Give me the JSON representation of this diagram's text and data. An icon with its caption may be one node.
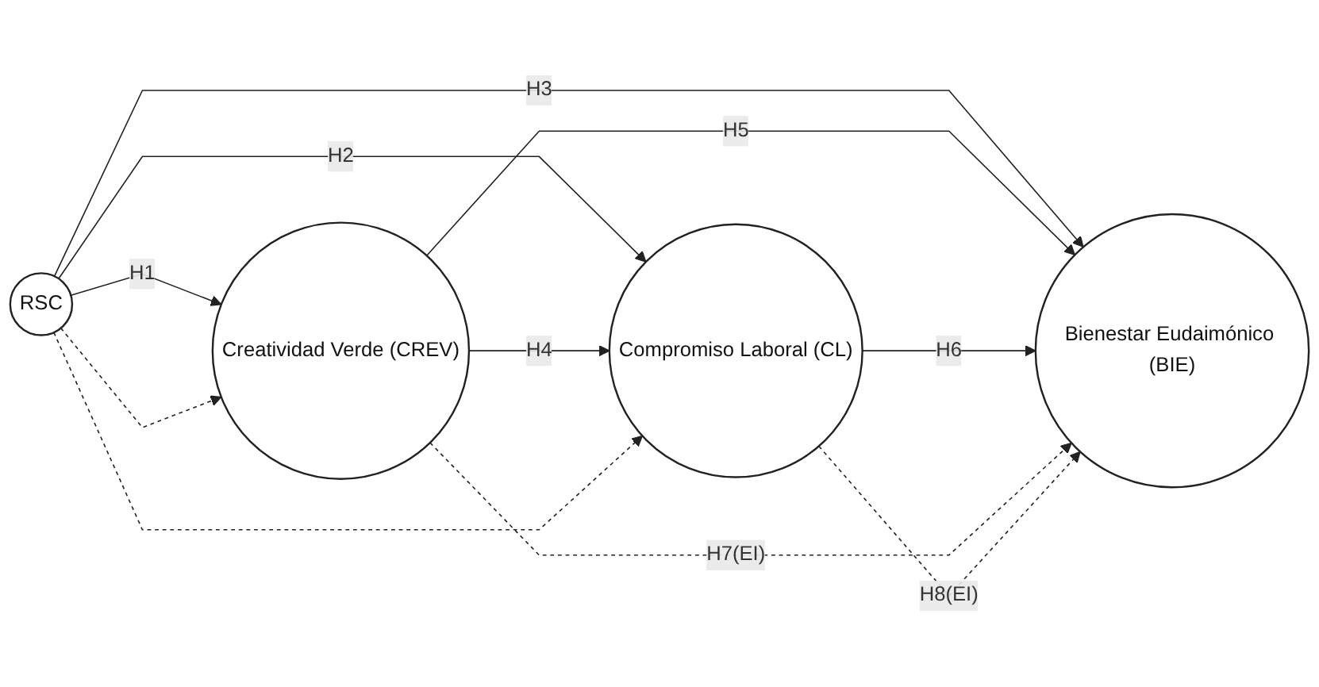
{
  "diagram": {
    "nodes": [
      {
        "text": [
          "RSC"
        ]
      },
      {
        "text": [
          "Creatividad Verde (CREV)"
        ]
      },
      {
        "text": [
          "Compromiso Laboral (CL)"
        ]
      },
      {
        "text": [
          "Bienestar Eudaimónico (BIE)"
        ]
      }
    ],
    "edges": [
      {
        "from": 0,
        "to": 1,
        "arrow": "to",
        "label": "H1"
      },
      {
        "from": 0,
        "to": 2,
        "arrow": "to",
        "label": "H2"
      },
      {
        "from": 0,
        "to": 3,
        "arrow": "to",
        "label": "H3"
      },
      {
        "from": 1,
        "to": 2,
        "arrow": "to",
        "label": "H4"
      },
      {
        "from": 1,
        "to": 3,
        "arrow": "to",
        "label": "H5"
      },
      {
        "from": 2,
        "to": 3,
        "arrow": "to",
        "label": "H6"
      },
      {
        "from": 0,
        "to": 1,
        "arrow": "to",
        "style": "dashed"
      },
      {
        "from": 0,
        "to": 2,
        "arrow": "to",
        "style": "dashed"
      },
      {
        "from": 1,
        "to": 3,
        "arrow": "to",
        "style": "dashed",
        "label": "H7(EI)"
      },
      {
        "from": 2,
        "to": 3,
        "arrow": "to",
        "style": "dashed",
        "label": "H8(EI)"
      }
    ]
  }
}
